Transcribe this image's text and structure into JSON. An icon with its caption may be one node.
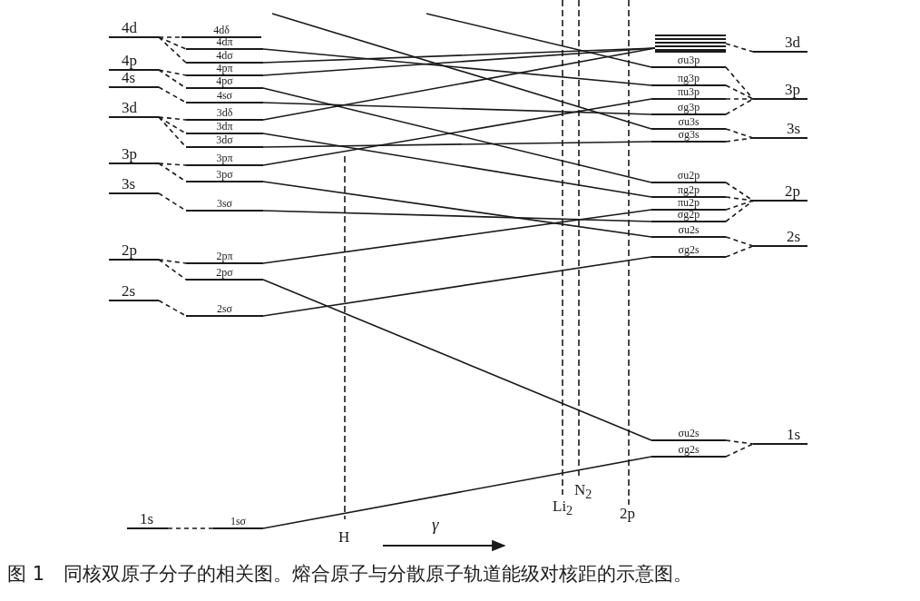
{
  "diagram": {
    "caption": "图 1　同核双原子分子的相关图。熔合原子与分散原子轨道能级对核距的示意图。",
    "nodes": [
      {
        "text": [
          "4d"
        ]
      },
      {
        "text": [
          "4p"
        ]
      },
      {
        "text": [
          "4s"
        ]
      },
      {
        "text": [
          "3d"
        ]
      },
      {
        "text": [
          "3p"
        ]
      },
      {
        "text": [
          "3s"
        ]
      },
      {
        "text": [
          "2p"
        ]
      },
      {
        "text": [
          "2s"
        ]
      },
      {
        "text": [
          "1s"
        ]
      },
      {
        "text": [
          "4dδ"
        ]
      },
      {
        "text": [
          "4dπ"
        ]
      },
      {
        "text": [
          "4dσ"
        ]
      },
      {
        "text": [
          "4pπ"
        ]
      },
      {
        "text": [
          "4pσ"
        ]
      },
      {
        "text": [
          "4sσ"
        ]
      },
      {
        "text": [
          "3dδ"
        ]
      },
      {
        "text": [
          "3dπ"
        ]
      },
      {
        "text": [
          "3dσ"
        ]
      },
      {
        "text": [
          "3pπ"
        ]
      },
      {
        "text": [
          "3pσ"
        ]
      },
      {
        "text": [
          "3sσ"
        ]
      },
      {
        "text": [
          "2pπ"
        ]
      },
      {
        "text": [
          "2pσ"
        ]
      },
      {
        "text": [
          "2sσ"
        ]
      },
      {
        "text": [
          "1sσ"
        ]
      },
      {
        "text": [],
        "shape": "bar"
      },
      {
        "text": [
          "σu3p"
        ]
      },
      {
        "text": [
          "πg3p"
        ]
      },
      {
        "text": [
          "πu3p"
        ]
      },
      {
        "text": [
          "σg3p"
        ]
      },
      {
        "text": [
          "σu3s"
        ]
      },
      {
        "text": [
          "σg3s"
        ]
      },
      {
        "text": [
          "σu2p"
        ]
      },
      {
        "text": [
          "πg2p"
        ]
      },
      {
        "text": [
          "πu2p"
        ]
      },
      {
        "text": [
          "σg2p"
        ]
      },
      {
        "text": [
          "σu2s"
        ]
      },
      {
        "text": [
          "σg2s"
        ]
      },
      {
        "text": [
          "σu2s"
        ]
      },
      {
        "text": [
          "σg2s"
        ]
      },
      {
        "text": [
          "3d"
        ]
      },
      {
        "text": [
          "3p"
        ]
      },
      {
        "text": [
          "3s"
        ]
      },
      {
        "text": [
          "2p"
        ]
      },
      {
        "text": [
          "2s"
        ]
      },
      {
        "text": [
          "1s"
        ]
      }
    ],
    "edges": [
      {
        "from": 0,
        "to": 9,
        "arrow": "none",
        "style": "dashed"
      },
      {
        "from": 0,
        "to": 10,
        "arrow": "none",
        "style": "dashed"
      },
      {
        "from": 0,
        "to": 11,
        "arrow": "none",
        "style": "dashed"
      },
      {
        "from": 1,
        "to": 12,
        "arrow": "none",
        "style": "dashed"
      },
      {
        "from": 1,
        "to": 13,
        "arrow": "none",
        "style": "dashed"
      },
      {
        "from": 2,
        "to": 14,
        "arrow": "none",
        "style": "dashed"
      },
      {
        "from": 3,
        "to": 15,
        "arrow": "none",
        "style": "dashed"
      },
      {
        "from": 3,
        "to": 16,
        "arrow": "none",
        "style": "dashed"
      },
      {
        "from": 3,
        "to": 17,
        "arrow": "none",
        "style": "dashed"
      },
      {
        "from": 4,
        "to": 18,
        "arrow": "none",
        "style": "dashed"
      },
      {
        "from": 4,
        "to": 19,
        "arrow": "none",
        "style": "dashed"
      },
      {
        "from": 5,
        "to": 20,
        "arrow": "none",
        "style": "dashed"
      },
      {
        "from": 6,
        "to": 21,
        "arrow": "none",
        "style": "dashed"
      },
      {
        "from": 6,
        "to": 22,
        "arrow": "none",
        "style": "dashed"
      },
      {
        "from": 7,
        "to": 23,
        "arrow": "none",
        "style": "dashed"
      },
      {
        "from": 8,
        "to": 24,
        "arrow": "none",
        "style": "dashed"
      },
      {
        "from": null,
        "to": 30,
        "arrow": "none"
      },
      {
        "from": null,
        "to": 26,
        "arrow": "none"
      },
      {
        "from": 10,
        "to": 27,
        "arrow": "none"
      },
      {
        "from": 11,
        "to": 25,
        "arrow": "none"
      },
      {
        "from": 12,
        "to": 25,
        "arrow": "none"
      },
      {
        "from": 13,
        "to": 32,
        "arrow": "none"
      },
      {
        "from": 14,
        "to": 29,
        "arrow": "none"
      },
      {
        "from": 15,
        "to": 25,
        "arrow": "none"
      },
      {
        "from": 16,
        "to": 33,
        "arrow": "none"
      },
      {
        "from": 17,
        "to": 31,
        "arrow": "none"
      },
      {
        "from": 18,
        "to": 28,
        "arrow": "none"
      },
      {
        "from": 19,
        "to": 36,
        "arrow": "none"
      },
      {
        "from": 20,
        "to": 35,
        "arrow": "none"
      },
      {
        "from": 21,
        "to": 34,
        "arrow": "none"
      },
      {
        "from": 22,
        "to": 38,
        "arrow": "none"
      },
      {
        "from": 23,
        "to": 37,
        "arrow": "none"
      },
      {
        "from": 24,
        "to": 39,
        "arrow": "none"
      },
      {
        "from": 25,
        "to": 40,
        "arrow": "none",
        "style": "dashed"
      },
      {
        "from": 26,
        "to": 41,
        "arrow": "none",
        "style": "dashed"
      },
      {
        "from": 27,
        "to": 41,
        "arrow": "none",
        "style": "dashed"
      },
      {
        "from": 28,
        "to": 41,
        "arrow": "none",
        "style": "dashed"
      },
      {
        "from": 29,
        "to": 41,
        "arrow": "none",
        "style": "dashed"
      },
      {
        "from": 30,
        "to": 42,
        "arrow": "none",
        "style": "dashed"
      },
      {
        "from": 31,
        "to": 42,
        "arrow": "none",
        "style": "dashed"
      },
      {
        "from": 32,
        "to": 43,
        "arrow": "none",
        "style": "dashed"
      },
      {
        "from": 33,
        "to": 43,
        "arrow": "none",
        "style": "dashed"
      },
      {
        "from": 34,
        "to": 43,
        "arrow": "none",
        "style": "dashed"
      },
      {
        "from": 35,
        "to": 43,
        "arrow": "none",
        "style": "dashed"
      },
      {
        "from": 36,
        "to": 44,
        "arrow": "none",
        "style": "dashed"
      },
      {
        "from": 37,
        "to": 44,
        "arrow": "none",
        "style": "dashed"
      },
      {
        "from": 38,
        "to": 45,
        "arrow": "none",
        "style": "dashed"
      },
      {
        "from": 39,
        "to": 45,
        "arrow": "none",
        "style": "dashed"
      }
    ],
    "labels": [
      "Li$_{2}$",
      "N$_{2}$",
      "2p",
      "H",
      "γ"
    ]
  }
}
